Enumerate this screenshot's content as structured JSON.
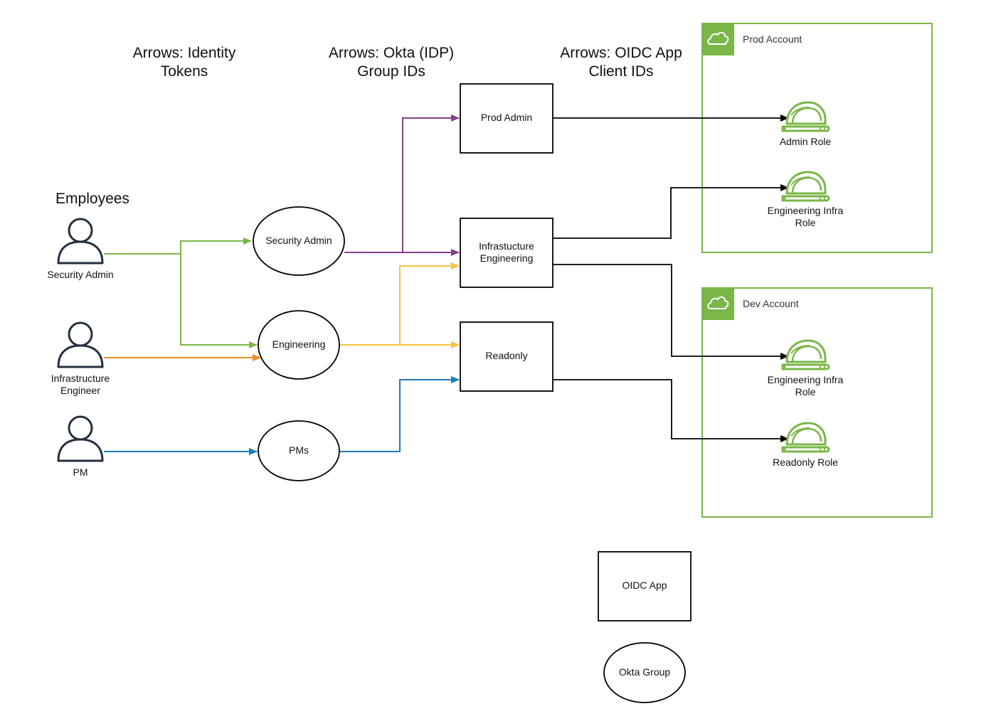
{
  "headings": {
    "identity_tokens": "Arrows: Identity\nTokens",
    "group_ids": "Arrows: Okta (IDP)\nGroup IDs",
    "client_ids": "Arrows: OIDC App\nClient IDs"
  },
  "employees": {
    "title": "Employees",
    "items": [
      "Security Admin",
      "Infrastructure\nEngineer",
      "PM"
    ]
  },
  "okta_groups": [
    "Security Admin",
    "Engineering",
    "PMs"
  ],
  "oidc_apps": [
    "Prod Admin",
    "Infrastucture\nEngineering",
    "Readonly"
  ],
  "accounts": {
    "prod": {
      "name": "Prod Account",
      "roles": [
        "Admin Role",
        "Engineering Infra\nRole"
      ]
    },
    "dev": {
      "name": "Dev Account",
      "roles": [
        "Engineering Infra\nRole",
        "Readonly Role"
      ]
    }
  },
  "legend": {
    "oidc_app": "OIDC App",
    "okta_group": "Okta Group"
  },
  "colors": {
    "green": "#7ab648",
    "orange": "#ef8d22",
    "blue": "#1c7cba",
    "purple": "#834187",
    "yellow": "#f5c342",
    "aws_green": "#7ab648",
    "line": "#000000"
  },
  "icons": {
    "employee": "user-icon",
    "account": "cloud-icon",
    "role": "helmet-icon"
  }
}
